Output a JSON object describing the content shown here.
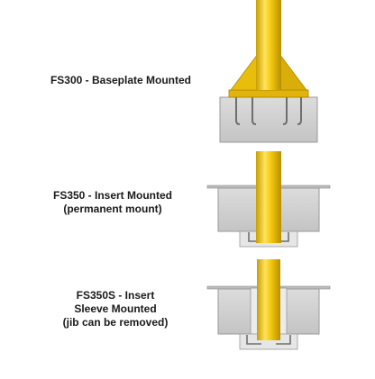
{
  "mounts": [
    {
      "id": "fs300",
      "lines": [
        "FS300 - Baseplate Mounted"
      ]
    },
    {
      "id": "fs350",
      "lines": [
        "FS350 - Insert Mounted",
        "(permanent mount)"
      ]
    },
    {
      "id": "fs350s",
      "lines": [
        "FS350S - Insert",
        "Sleeve Mounted",
        "(jib can be removed)"
      ]
    }
  ],
  "colors": {
    "pole": "#f2c70f",
    "pole_shadow": "#c99e05",
    "pole_highlight": "#ffe35a",
    "concrete": "#cfcfcf",
    "concrete_edge": "#9a9a9a",
    "steel": "#7a7a7a",
    "sleeve": "#e4e4e4"
  }
}
